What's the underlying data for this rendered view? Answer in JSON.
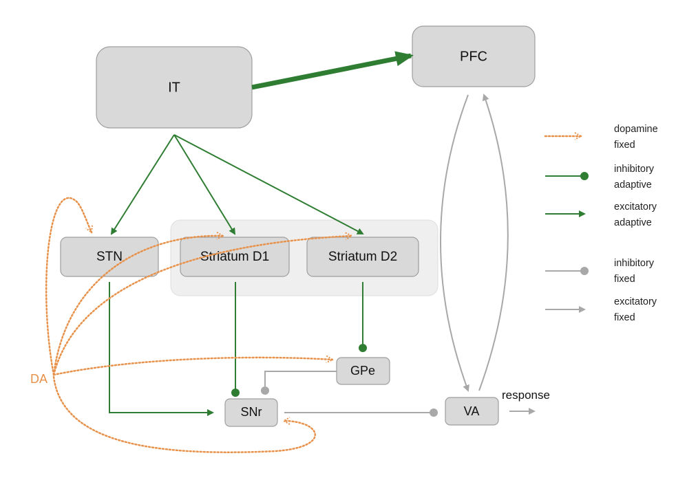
{
  "nodes": {
    "it": "IT",
    "pfc": "PFC",
    "stn": "STN",
    "striatum_d1": "Striatum D1",
    "striatum_d2": "Striatum D2",
    "gpe": "GPe",
    "snr": "SNr",
    "va": "VA"
  },
  "da_label": "DA",
  "response_label": "response",
  "legend": [
    {
      "line1": "dopamine",
      "line2": "fixed",
      "style": "orange-dotted-arrow"
    },
    {
      "line1": "inhibitory",
      "line2": "adaptive",
      "style": "green-dot"
    },
    {
      "line1": "excitatory",
      "line2": "adaptive",
      "style": "green-arrow"
    },
    {
      "line1": "inhibitory",
      "line2": "fixed",
      "style": "gray-dot"
    },
    {
      "line1": "excitatory",
      "line2": "fixed",
      "style": "gray-arrow"
    }
  ],
  "colors": {
    "adaptive": "#2e7d32",
    "fixed": "#a8a8a8",
    "dopamine": "#e8914a",
    "node_fill": "#d9d9d9"
  }
}
